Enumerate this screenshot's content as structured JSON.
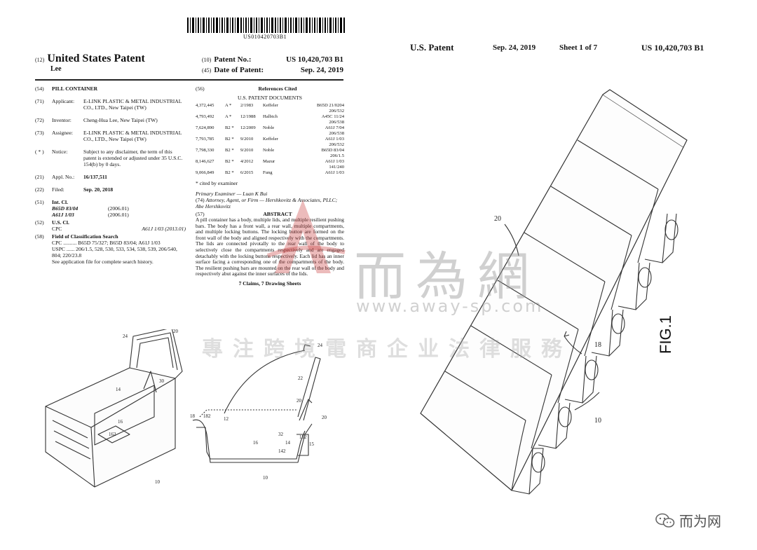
{
  "barcode_text": "US010420703B1",
  "header": {
    "code12": "(12)",
    "doc_type": "United States Patent",
    "inventor_short": "Lee",
    "code10": "(10)",
    "patent_no_label": "Patent No.:",
    "patent_no": "US 10,420,703 B1",
    "code45": "(45)",
    "date_label": "Date of Patent:",
    "date": "Sep. 24, 2019"
  },
  "left_fields": [
    {
      "code": "(54)",
      "label": "",
      "value": "PILL CONTAINER"
    },
    {
      "code": "(71)",
      "label": "Applicant:",
      "value": "E-LINK PLASTIC & METAL INDUSTRIAL CO., LTD., New Taipei (TW)"
    },
    {
      "code": "(72)",
      "label": "Inventor:",
      "value": "Cheng-Hua Lee, New Taipei (TW)"
    },
    {
      "code": "(73)",
      "label": "Assignee:",
      "value": "E-LINK PLASTIC & METAL INDUSTRIAL CO., LTD., New Taipei (TW)"
    },
    {
      "code": "( * )",
      "label": "Notice:",
      "value": "Subject to any disclaimer, the term of this patent is extended or adjusted under 35 U.S.C. 154(b) by 0 days."
    },
    {
      "code": "(21)",
      "label": "Appl. No.:",
      "value": "16/137,511"
    },
    {
      "code": "(22)",
      "label": "Filed:",
      "value": "Sep. 20, 2018"
    }
  ],
  "int_cl": {
    "code": "(51)",
    "title": "Int. Cl.",
    "rows": [
      {
        "cls": "B65D 83/04",
        "ver": "(2006.01)"
      },
      {
        "cls": "A61J 1/03",
        "ver": "(2006.01)"
      }
    ]
  },
  "us_cl": {
    "code": "(52)",
    "title": "U.S. Cl.",
    "cpc_label": "CPC",
    "cpc_value": "A61J 1/03 (2013.01)"
  },
  "field_search": {
    "code": "(58)",
    "title": "Field of Classification Search",
    "cpc": "CPC .......... B65D 75/327; B65D 83/04; A61J 1/03",
    "uspc": "USPC ...... 206/1.5, 528, 530, 533, 534, 538, 539, 206/540, 804; 220/23.8",
    "note": "See application file for complete search history."
  },
  "refs": {
    "code": "(56)",
    "title": "References Cited",
    "sub": "U.S. PATENT DOCUMENTS",
    "rows": [
      {
        "no": "4,372,445",
        "kind": "A *",
        "date": "2/1983",
        "name": "Keffeler",
        "cls": "B65D 21/0204",
        "cls2": "206/532"
      },
      {
        "no": "4,793,492",
        "kind": "A *",
        "date": "12/1988",
        "name": "Halbich",
        "cls": "A45C 11/24",
        "cls2": "206/538"
      },
      {
        "no": "7,624,890",
        "kind": "B2 *",
        "date": "12/2009",
        "name": "Noble",
        "cls": "A61J 7/04",
        "cls2": "206/538"
      },
      {
        "no": "7,793,785",
        "kind": "B2 *",
        "date": "9/2010",
        "name": "Keffeler",
        "cls": "A61J 1/03",
        "cls2": "206/532"
      },
      {
        "no": "7,798,330",
        "kind": "B2 *",
        "date": "9/2010",
        "name": "Noble",
        "cls": "B65D 83/04",
        "cls2": "206/1.5"
      },
      {
        "no": "8,146,627",
        "kind": "B2 *",
        "date": "4/2012",
        "name": "Mazur",
        "cls": "A61J 1/03",
        "cls2": "141/240"
      },
      {
        "no": "9,066,849",
        "kind": "B2 *",
        "date": "6/2015",
        "name": "Fung",
        "cls": "A61J 1/03",
        "cls2": ""
      }
    ],
    "cited_note": "* cited by examiner"
  },
  "examiner": {
    "primary": "Primary Examiner — Luan K Bui",
    "attorney_code": "(74)",
    "attorney": "Attorney, Agent, or Firm — Hershkovitz & Associates, PLLC; Abe Hershkovitz"
  },
  "abstract": {
    "code": "(57)",
    "title": "ABSTRACT",
    "text": "A pill container has a body, multiple lids, and multiple resilient pushing bars. The body has a front wall, a rear wall, multiple compartments, and multiple locking buttons. The locking button are formed on the front wall of the body and aligned respectively with the compartments. The lids are connected pivotally to the rear wall of the body to selectively close the compartments respectively and are engaged detachably with the locking buttons respectively. Each lid has an inner surface facing a corresponding one of the compartments of the body. The resilient pushing bars are mounted on the rear wall of the body and respectively abut against the inner surfaces of the lids.",
    "claims": "7 Claims, 7 Drawing Sheets"
  },
  "sheet_header": {
    "title": "U.S. Patent",
    "date": "Sep. 24, 2019",
    "sheet": "Sheet 1 of 7",
    "number": "US 10,420,703 B1"
  },
  "fig_label": "FIG.1",
  "refnums": {
    "r20a": "20",
    "r24a": "24",
    "r14": "14",
    "r30": "30",
    "r16a": "16",
    "r162": "162",
    "r10a": "10",
    "r24b": "24",
    "r22": "22",
    "r20b": "20",
    "r18a": "18",
    "r182": "182",
    "r12": "12",
    "r20c": "20",
    "r16b": "16",
    "r32": "32",
    "r152": "152",
    "r14b": "14",
    "r15": "15",
    "r142": "142",
    "r10b": "10",
    "r20d": "20",
    "r18b": "18",
    "r10c": "10"
  },
  "watermark": {
    "big": "而為網",
    "url": "www.away-sp.com",
    "sub": "專注跨境電商企业法律服務"
  },
  "wechat_brand": "而为网"
}
